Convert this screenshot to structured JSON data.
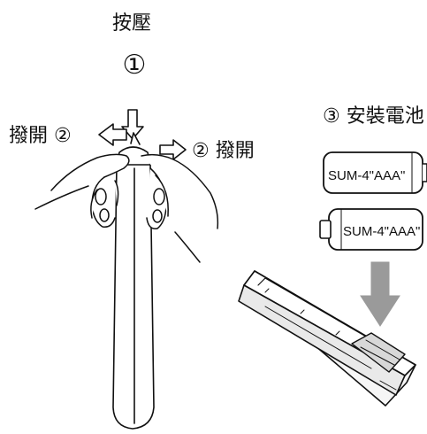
{
  "labels": {
    "press": "按壓",
    "step1": "①",
    "pry_left": "撥開 ②",
    "pry_right": "② 撥開",
    "install": "③ 安裝電池"
  },
  "batteries": [
    {
      "label": "SUM-4\"AAA\""
    },
    {
      "label": "SUM-4\"AAA\""
    }
  ],
  "colors": {
    "line": "#111111",
    "arrow_fill": "#9a9a9a",
    "battery_fill": "#ffffff",
    "remote_fill": "#f4f4f4"
  }
}
